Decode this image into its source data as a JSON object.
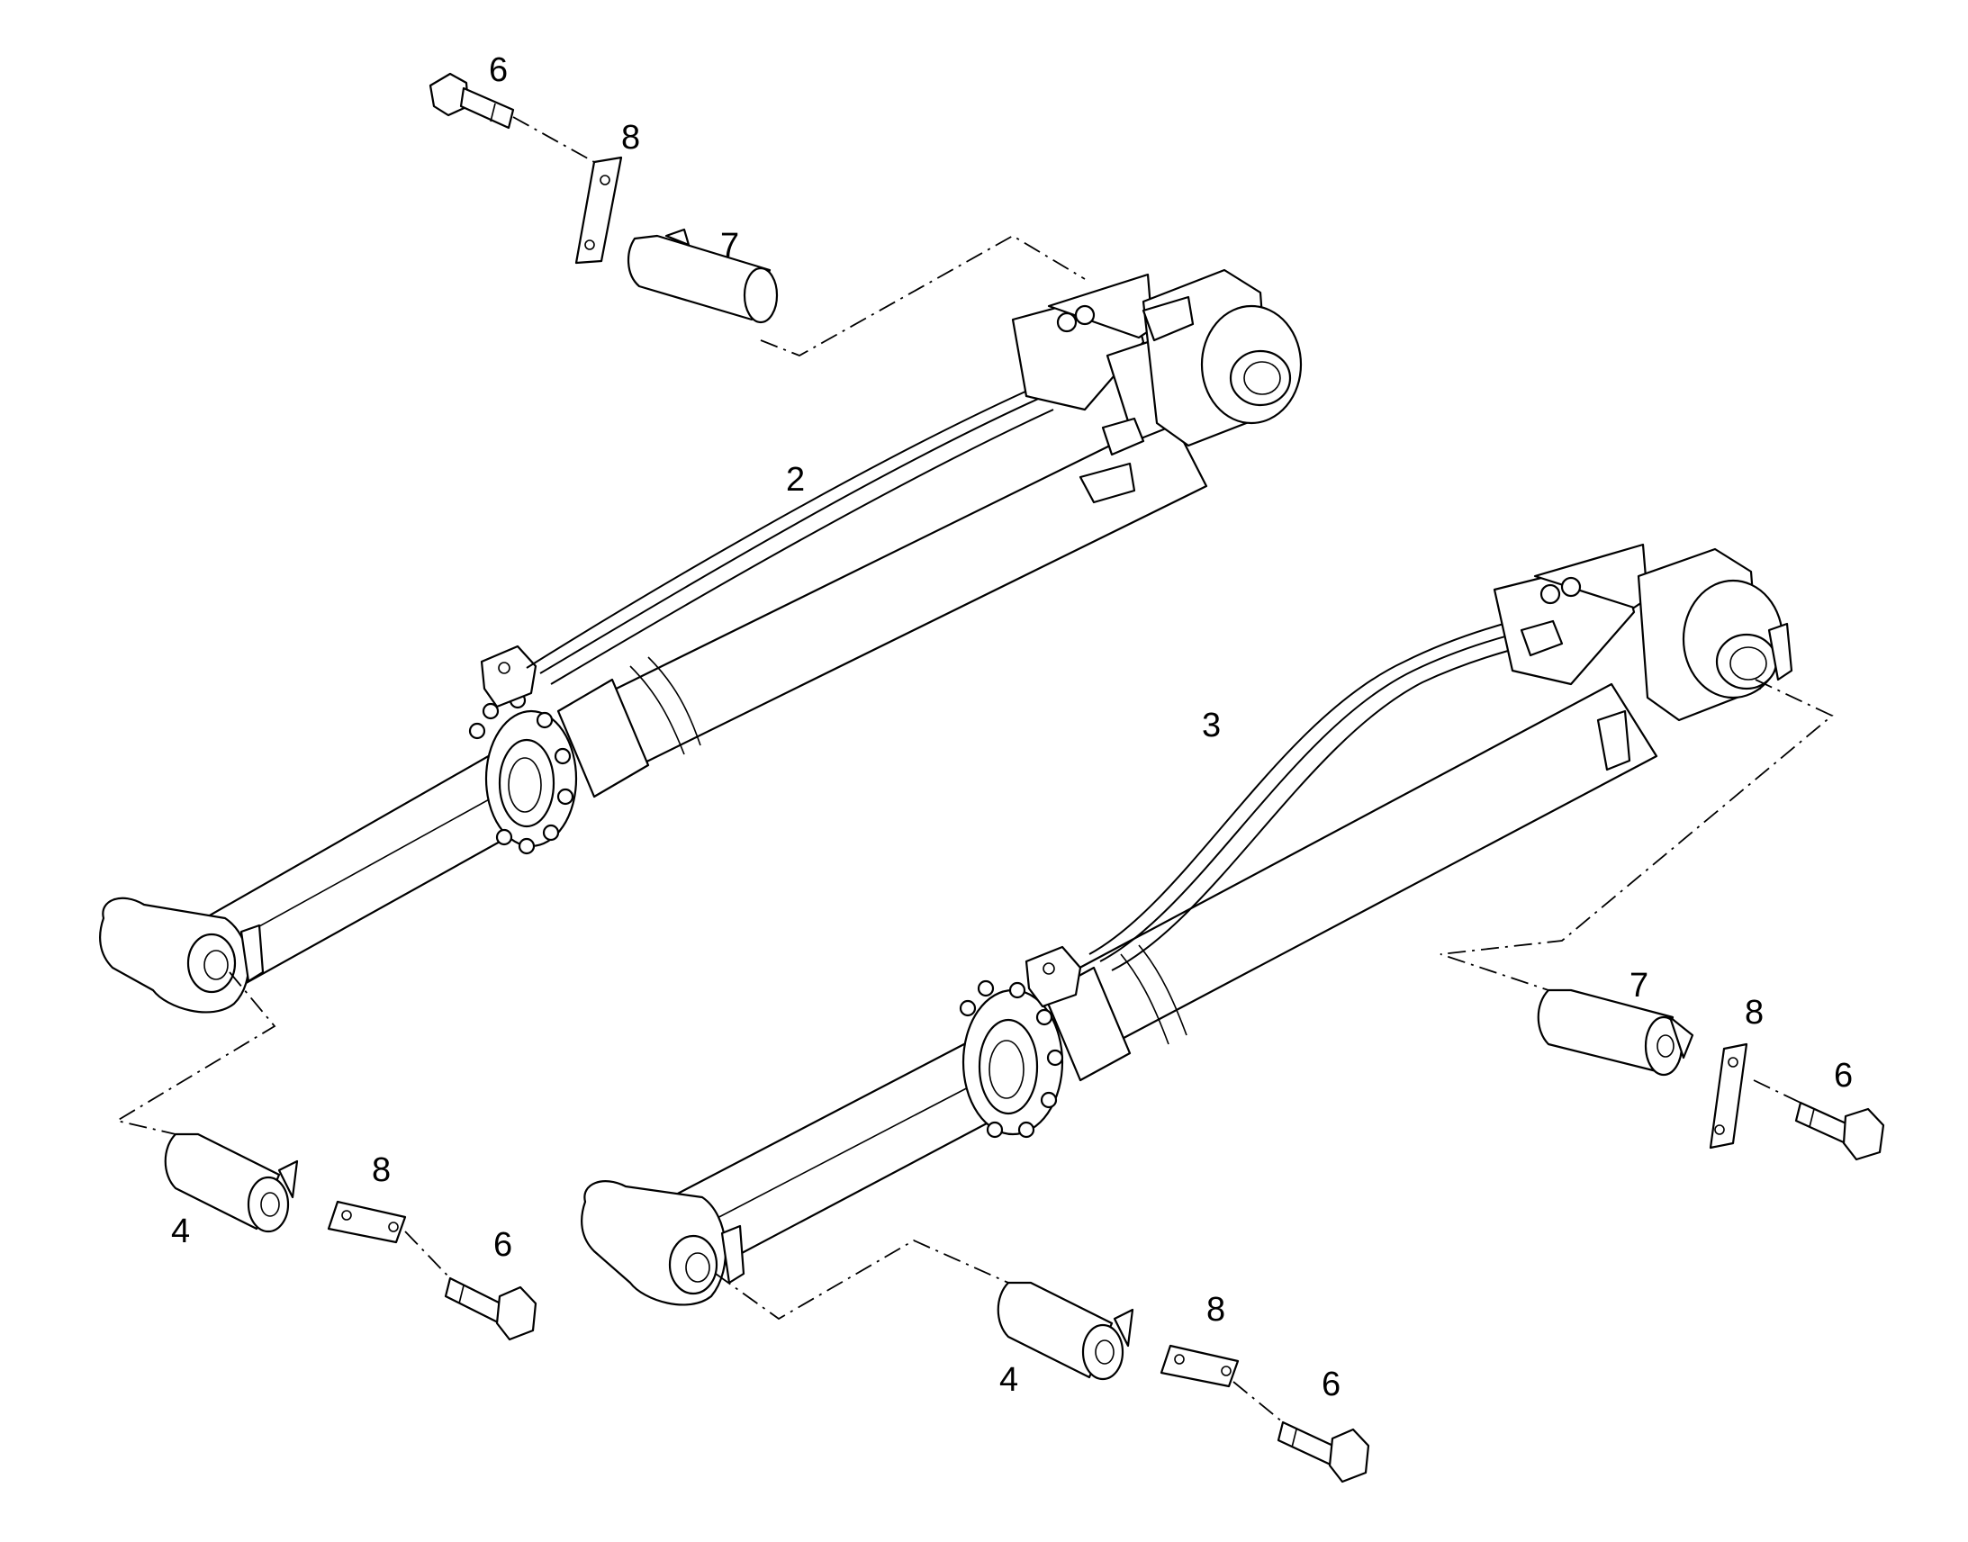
{
  "figure": {
    "callouts": [
      {
        "id": "c6a",
        "text": "6"
      },
      {
        "id": "c8a",
        "text": "8"
      },
      {
        "id": "c7a",
        "text": "7"
      },
      {
        "id": "c2",
        "text": "2"
      },
      {
        "id": "c3",
        "text": "3"
      },
      {
        "id": "c7b",
        "text": "7"
      },
      {
        "id": "c8b",
        "text": "8"
      },
      {
        "id": "c6b",
        "text": "6"
      },
      {
        "id": "c8c",
        "text": "8"
      },
      {
        "id": "c6c",
        "text": "6"
      },
      {
        "id": "c4a",
        "text": "4"
      },
      {
        "id": "c8d",
        "text": "8"
      },
      {
        "id": "c4b",
        "text": "4"
      },
      {
        "id": "c6d",
        "text": "6"
      }
    ]
  }
}
